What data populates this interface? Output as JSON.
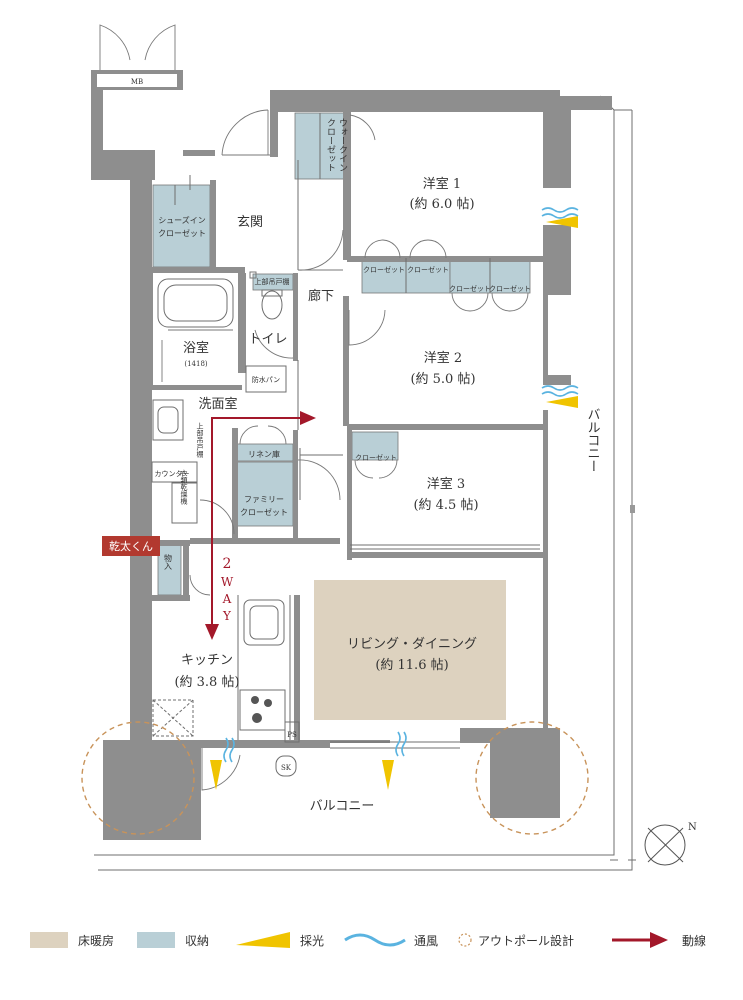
{
  "rooms": {
    "mb": "MB",
    "western1": {
      "name": "洋室 1",
      "size": "(約 6.0 帖)"
    },
    "western2": {
      "name": "洋室 2",
      "size": "(約 5.0 帖)"
    },
    "western3": {
      "name": "洋室 3",
      "size": "(約 4.5 帖)"
    },
    "living": {
      "name": "リビング・ダイニング",
      "size": "(約 11.6 帖)"
    },
    "kitchen": {
      "name": "キッチン",
      "size": "(約 3.8 帖)"
    },
    "bath": {
      "name": "浴室",
      "size": "(1418)"
    },
    "toilet": "トイレ",
    "corridor": "廊下",
    "entrance": "玄関",
    "washroom": "洗面室",
    "shoes_closet": [
      "シューズイン",
      "クローゼット"
    ],
    "walkin_closet": [
      "ウォークイン",
      "クローゼット"
    ],
    "closet": "クローゼット",
    "linen": "リネン庫",
    "family_closet": [
      "ファミリー",
      "クローゼット"
    ],
    "waterproof_pan": "防水パン",
    "upper_cabinet": "上部吊戸棚",
    "upper_cabinet_vertical": "上部吊戸棚",
    "counter": "カウンター",
    "dryer": "衣類乾燥機",
    "storage": "物入",
    "kantakun": "乾太くん",
    "ps": "PS",
    "sk": "SK",
    "balcony_bottom": "バルコニー",
    "balcony_right": "バルコニー",
    "two_way": [
      "2",
      "W",
      "A",
      "Y"
    ]
  },
  "legend": {
    "floor_heating": "床暖房",
    "storage": "収納",
    "daylight": "採光",
    "ventilation": "通風",
    "outpole": "アウトポール設計",
    "flow": "動線"
  },
  "colors": {
    "floor_heating": "#ddd2bf",
    "storage": "#b9cfd6",
    "daylight": "#f0c400",
    "ventilation": "#5ab3e0",
    "outpole": "#c8935a",
    "flow": "#a3182a",
    "wall": "#8e8e8e"
  },
  "compass": "N"
}
